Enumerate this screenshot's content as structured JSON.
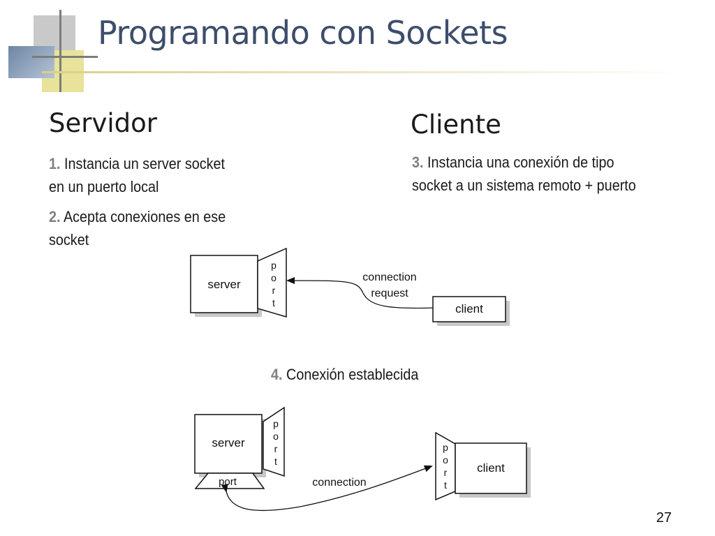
{
  "slide": {
    "title": "Programando con Sockets",
    "page_number": "27",
    "server_section": {
      "heading": "Servidor",
      "step1_num": "1.",
      "step1_line1": "Instancia un server socket",
      "step1_line2": "en un puerto local",
      "step2_num": "2.",
      "step2_line1": "Acepta conexiones en ese",
      "step2_line2": "socket"
    },
    "client_section": {
      "heading": "Cliente",
      "step3_num": "3.",
      "step3_line1": "Instancia una conexión de tipo",
      "step3_line2": "socket a un sistema remoto + puerto"
    },
    "step4": {
      "num": "4.",
      "text": "Conexión establecida"
    }
  },
  "diagram_top": {
    "server": "server",
    "port_letters": [
      "p",
      "o",
      "r",
      "t"
    ],
    "connection_label_1": "connection",
    "connection_label_2": "request",
    "client": "client"
  },
  "diagram_bottom": {
    "server": "server",
    "port_letters": [
      "p",
      "o",
      "r",
      "t"
    ],
    "bottom_port": "port",
    "connection_label": "connection",
    "client_port_letters": [
      "p",
      "o",
      "r",
      "t"
    ],
    "client": "client"
  }
}
